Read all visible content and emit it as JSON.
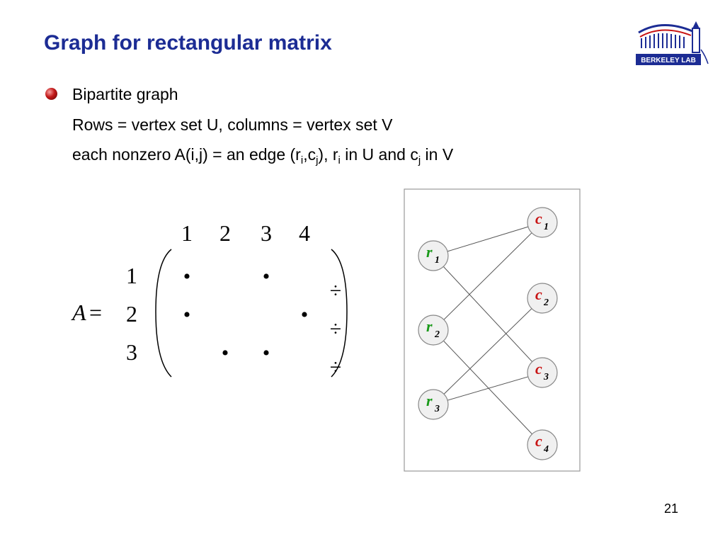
{
  "slide": {
    "title": "Graph for rectangular matrix",
    "bullet": "Bipartite graph",
    "line2": "Rows = vertex set U, columns = vertex set V",
    "line3_parts": [
      "each nonzero A(i,j) = an edge (r",
      "i",
      ",c",
      "j",
      "), r",
      "i",
      " in U and c",
      "j",
      " in V"
    ],
    "page_number": "21"
  },
  "logo": {
    "text": "BERKELEY LAB"
  },
  "matrix": {
    "name": "A",
    "equals": "=",
    "column_labels": [
      "1",
      "2",
      "3",
      "4"
    ],
    "row_labels": [
      "1",
      "2",
      "3"
    ],
    "entry_symbol": "•",
    "nonzeros": [
      [
        1,
        1
      ],
      [
        1,
        3
      ],
      [
        2,
        1
      ],
      [
        2,
        4
      ],
      [
        3,
        2
      ],
      [
        3,
        3
      ]
    ],
    "ellipsis_symbol": "÷"
  },
  "graph": {
    "row_nodes": [
      {
        "letter": "r",
        "index": "1"
      },
      {
        "letter": "r",
        "index": "2"
      },
      {
        "letter": "r",
        "index": "3"
      }
    ],
    "col_nodes": [
      {
        "letter": "c",
        "index": "1"
      },
      {
        "letter": "c",
        "index": "2"
      },
      {
        "letter": "c",
        "index": "3"
      },
      {
        "letter": "c",
        "index": "4"
      }
    ],
    "edges": [
      [
        1,
        1
      ],
      [
        1,
        3
      ],
      [
        2,
        1
      ],
      [
        2,
        4
      ],
      [
        3,
        2
      ],
      [
        3,
        3
      ]
    ],
    "row_color": "#1a9a1a",
    "col_color": "#c81414"
  },
  "colors": {
    "title": "#1c2c94",
    "node_fill": "#f0f0f0",
    "node_stroke": "#888888",
    "edge": "#555555"
  }
}
